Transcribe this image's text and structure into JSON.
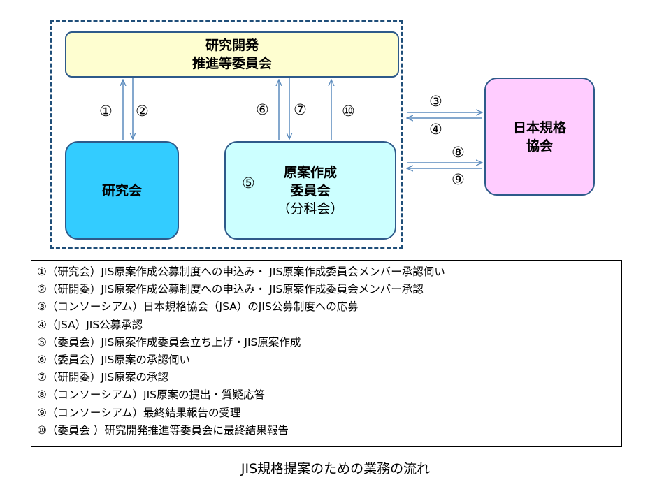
{
  "committee_box": {
    "lines": [
      "研究開発",
      "推進等委員会"
    ]
  },
  "study_group_box": {
    "label": "研究会"
  },
  "drafting_box": {
    "number": "⑤",
    "lines": [
      "原案作成",
      "委員会",
      "（分科会）"
    ]
  },
  "jsa_box": {
    "lines": [
      "日本規格",
      "協会"
    ]
  },
  "arrow_labels": {
    "n1": "①",
    "n2": "②",
    "n3": "③",
    "n4": "④",
    "n6": "⑥",
    "n7": "⑦",
    "n8": "⑧",
    "n9": "⑨",
    "n10": "⑩"
  },
  "legend": [
    "①（研究会）JIS原案作成公募制度への申込み・ JIS原案作成委員会メンバー承認伺い",
    "②（研開委）JIS原案作成公募制度への申込み・ JIS原案作成委員会メンバー承認",
    "③（コンソーシアム）日本規格協会（JSA）のJIS公募制度への応募",
    "④（JSA）JIS公募承認",
    "⑤（委員会）JIS原案作成委員会立ち上げ・JIS原案作成",
    "⑥（委員会）JIS原案の承認伺い",
    "⑦（研開委）JIS原案の承認",
    "⑧（コンソーシアム）JIS原案の提出・質疑応答",
    "⑨（コンソーシアム）最終結果報告の受理",
    "⑩（委員会 ）研究開発推進等委員会に最終結果報告"
  ],
  "caption": "JIS規格提案のための業務の流れ",
  "colors": {
    "frame": "#1f4e79",
    "arrow": "#5b8bbd",
    "committee_fill": "#fefed0",
    "study_fill": "#33ccff",
    "drafting_fill": "#ccffff",
    "jsa_fill": "#ffccff"
  }
}
